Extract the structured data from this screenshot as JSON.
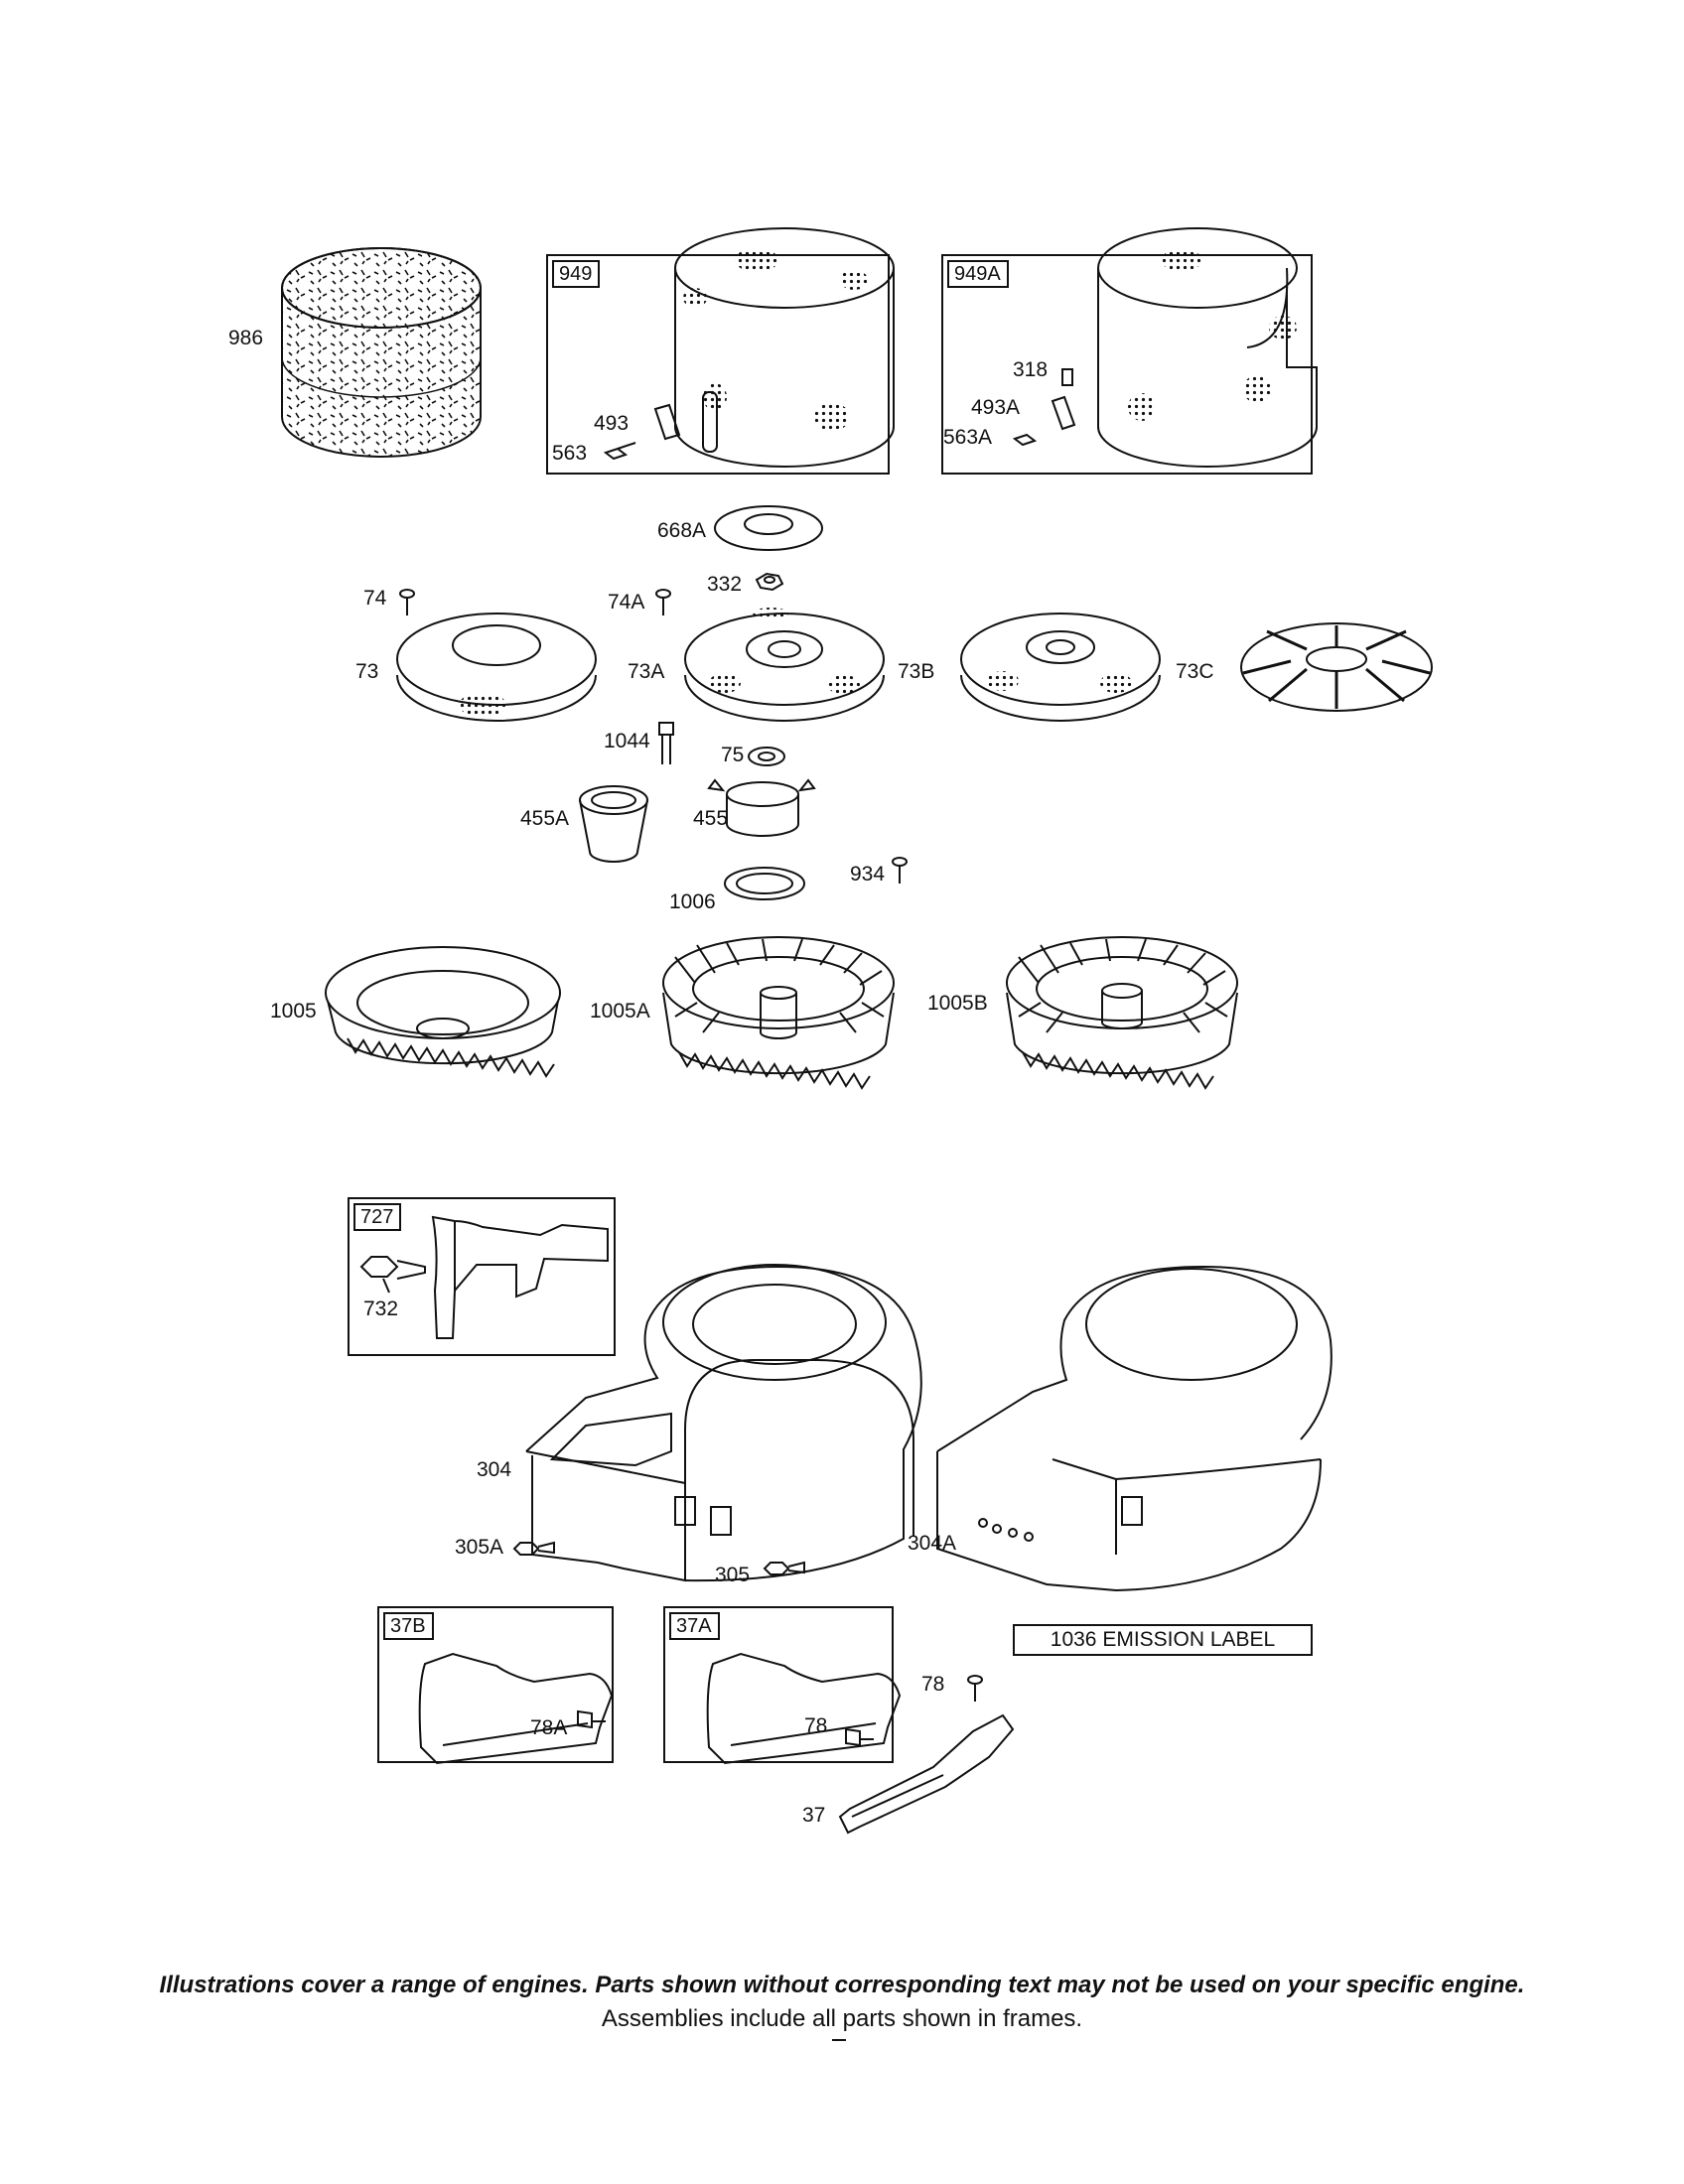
{
  "frames": {
    "f949": "949",
    "f949a": "949A",
    "f727": "727",
    "f37b": "37B",
    "f37a": "37A"
  },
  "labels": {
    "p986": "986",
    "p493": "493",
    "p563": "563",
    "p318": "318",
    "p493a": "493A",
    "p563a": "563A",
    "p668a": "668A",
    "p332": "332",
    "p74": "74",
    "p74a": "74A",
    "p73": "73",
    "p73a": "73A",
    "p73b": "73B",
    "p73c": "73C",
    "p1044": "1044",
    "p75": "75",
    "p455a": "455A",
    "p455": "455",
    "p934": "934",
    "p1006": "1006",
    "p1005": "1005",
    "p1005a": "1005A",
    "p1005b": "1005B",
    "p732": "732",
    "p304": "304",
    "p305a": "305A",
    "p305": "305",
    "p304a": "304A",
    "p78a": "78A",
    "p78_in": "78",
    "p78": "78",
    "p37": "37"
  },
  "emission_label": "1036 EMISSION LABEL",
  "notes": {
    "line1": "Illustrations cover a range of engines. Parts shown without corresponding text may not be used on your specific engine.",
    "line2": "Assemblies include all parts shown in frames."
  }
}
